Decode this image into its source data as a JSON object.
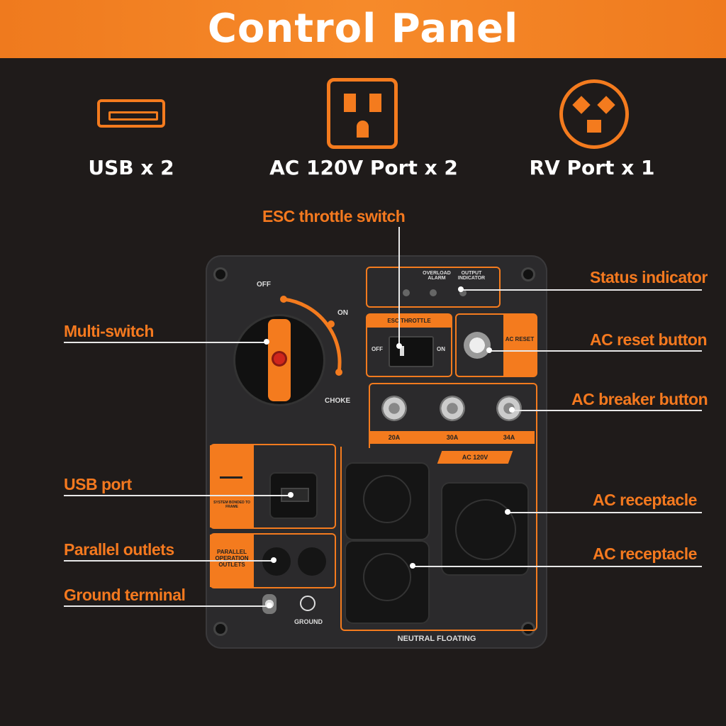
{
  "header": {
    "title": "Control Panel"
  },
  "features": [
    {
      "icon": "usb-icon",
      "label": "USB x 2"
    },
    {
      "icon": "ac-outlet-icon",
      "label": "AC 120V Port x 2"
    },
    {
      "icon": "rv-outlet-icon",
      "label": "RV Port x 1"
    }
  ],
  "callouts": {
    "esc_throttle": "ESC throttle switch",
    "status_indicator": "Status indicator",
    "multi_switch": "Multi-switch",
    "ac_reset": "AC reset button",
    "ac_breaker": "AC breaker button",
    "usb_port": "USB port",
    "ac_receptacle_1": "AC receptacle",
    "parallel_outlets": "Parallel outlets",
    "ac_receptacle_2": "AC receptacle",
    "ground_terminal": "Ground terminal"
  },
  "panel": {
    "off": "OFF",
    "on": "ON",
    "choke": "CHOKE",
    "overload_alarm": "OVERLOAD ALARM",
    "output_indicator": "OUTPUT INDICATOR",
    "esc_throttle": "ESC THROTTLE",
    "switch_off": "OFF",
    "switch_on": "ON",
    "ac_reset": "AC RESET",
    "breaker_20": "20A",
    "breaker_30": "30A",
    "breaker_34": "34A",
    "ac_120v": "AC 120V",
    "usb_note": "SYSTEM BONDED TO FRAME",
    "parallel": "PARALLEL OPERATION OUTLETS",
    "ground": "GROUND",
    "neutral": "NEUTRAL FLOATING"
  },
  "colors": {
    "accent": "#f47b1e",
    "background": "#1f1b1a",
    "panel": "#2b2a2c"
  }
}
